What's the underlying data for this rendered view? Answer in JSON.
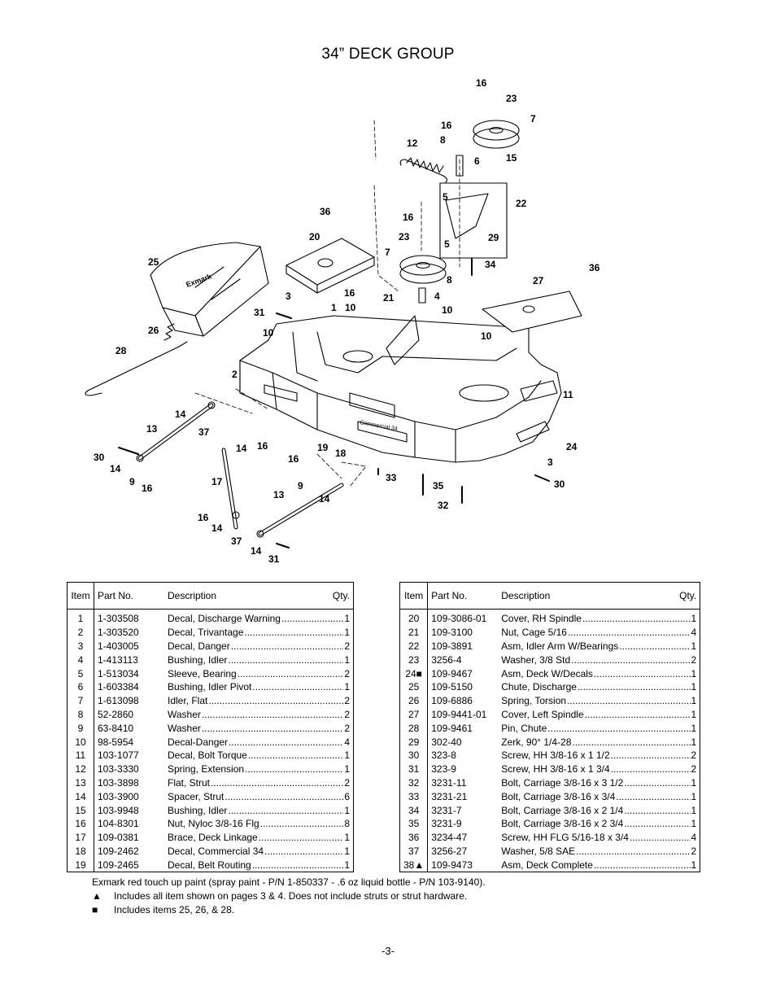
{
  "title": "34” DECK GROUP",
  "table_headers": {
    "item": "Item",
    "part": "Part No.",
    "desc": "Description",
    "qty": "Qty."
  },
  "left_rows": [
    {
      "item": "1",
      "part": "1-303508",
      "desc": "Decal, Discharge Warning",
      "qty": "1"
    },
    {
      "item": "2",
      "part": "1-303520",
      "desc": "Decal, Trivantage",
      "qty": "1"
    },
    {
      "item": "3",
      "part": "1-403005",
      "desc": "Decal, Danger",
      "qty": "2"
    },
    {
      "item": "4",
      "part": "1-413113",
      "desc": "Bushing, Idler",
      "qty": "1"
    },
    {
      "item": "5",
      "part": "1-513034",
      "desc": "Sleeve, Bearing",
      "qty": "2"
    },
    {
      "item": "6",
      "part": "1-603384",
      "desc": "Bushing, Idler Pivot",
      "qty": "1"
    },
    {
      "item": "7",
      "part": "1-613098",
      "desc": "Idler, Flat",
      "qty": "2"
    },
    {
      "item": "8",
      "part": "52-2860",
      "desc": "Washer",
      "qty": "2"
    },
    {
      "item": "9",
      "part": "63-8410",
      "desc": "Washer",
      "qty": "2"
    },
    {
      "item": "10",
      "part": "98-5954",
      "desc": "Decal-Danger",
      "qty": "4"
    },
    {
      "item": "11",
      "part": "103-1077",
      "desc": "Decal, Bolt Torque",
      "qty": "1"
    },
    {
      "item": "12",
      "part": "103-3330",
      "desc": "Spring, Extension",
      "qty": "1"
    },
    {
      "item": "13",
      "part": "103-3898",
      "desc": "Flat, Strut",
      "qty": "2"
    },
    {
      "item": "14",
      "part": "103-3900",
      "desc": "Spacer, Strut",
      "qty": "6"
    },
    {
      "item": "15",
      "part": "103-9948",
      "desc": "Bushing, Idler",
      "qty": "1"
    },
    {
      "item": "16",
      "part": "104-8301",
      "desc": "Nut, Nyloc 3/8-16 Flg",
      "qty": "8"
    },
    {
      "item": "17",
      "part": "109-0381",
      "desc": "Brace, Deck Linkage",
      "qty": "1"
    },
    {
      "item": "18",
      "part": "109-2462",
      "desc": "Decal, Commercial 34",
      "qty": "1"
    },
    {
      "item": "19",
      "part": "109-2465",
      "desc": "Decal, Belt Routing",
      "qty": "1"
    }
  ],
  "right_rows": [
    {
      "item": "20",
      "part": "109-3086-01",
      "desc": "Cover, RH Spindle",
      "qty": "1"
    },
    {
      "item": "21",
      "part": "109-3100",
      "desc": "Nut, Cage 5/16",
      "qty": "4"
    },
    {
      "item": "22",
      "part": "109-3891",
      "desc": "Asm, Idler Arm W/Bearings",
      "qty": "1"
    },
    {
      "item": "23",
      "part": "3256-4",
      "desc": "Washer, 3/8 Std",
      "qty": "2"
    },
    {
      "item": "24■",
      "part": "109-9467",
      "desc": "Asm, Deck W/Decals",
      "qty": "1"
    },
    {
      "item": "25",
      "part": "109-5150",
      "desc": "Chute, Discharge",
      "qty": "1"
    },
    {
      "item": "26",
      "part": "109-6886",
      "desc": "Spring, Torsion",
      "qty": "1"
    },
    {
      "item": "27",
      "part": "109-9441-01",
      "desc": "Cover, Left Spindle",
      "qty": "1"
    },
    {
      "item": "28",
      "part": "109-9461",
      "desc": "Pin, Chute",
      "qty": "1"
    },
    {
      "item": "29",
      "part": "302-40",
      "desc": "Zerk, 90° 1/4-28",
      "qty": "1"
    },
    {
      "item": "30",
      "part": "323-8",
      "desc": "Screw, HH 3/8-16 x 1 1/2",
      "qty": "2"
    },
    {
      "item": "31",
      "part": "323-9",
      "desc": "Screw, HH 3/8-16 x 1 3/4",
      "qty": "2"
    },
    {
      "item": "32",
      "part": "3231-11",
      "desc": "Bolt, Carriage 3/8-16 x 3 1/2",
      "qty": "1"
    },
    {
      "item": "33",
      "part": "3231-21",
      "desc": "Bolt, Carriage 3/8-16 x 3/4",
      "qty": "1"
    },
    {
      "item": "34",
      "part": "3231-7",
      "desc": "Bolt, Carriage 3/8-16 x 2 1/4",
      "qty": "1"
    },
    {
      "item": "35",
      "part": "3231-9",
      "desc": "Bolt, Carriage 3/8-16 x 2 3/4",
      "qty": "1"
    },
    {
      "item": "36",
      "part": "3234-47",
      "desc": "Screw, HH FLG 5/16-18 x 3/4",
      "qty": "4"
    },
    {
      "item": "37",
      "part": "3256-27",
      "desc": "Washer, 5/8 SAE",
      "qty": "2"
    },
    {
      "item": "38▲",
      "part": "109-9473",
      "desc": "Asm, Deck Complete",
      "qty": "1"
    }
  ],
  "notes": {
    "paint": "Exmark red touch up paint (spray paint - P/N 1-850337 - .6 oz liquid bottle - P/N 103-9140).",
    "triangle_symbol": "▲",
    "triangle_note": "Includes all item shown on pages 3 & 4.  Does not include struts or strut hardware.",
    "square_symbol": "■",
    "square_note": "Includes items 25, 26, & 28."
  },
  "page_number": "-3-",
  "diagram": {
    "callouts": [
      "16",
      "23",
      "7",
      "16",
      "8",
      "12",
      "6",
      "15",
      "5",
      "22",
      "36",
      "16",
      "23",
      "29",
      "20",
      "5",
      "7",
      "34",
      "36",
      "8",
      "25",
      "27",
      "3",
      "16",
      "21",
      "4",
      "1",
      "10",
      "31",
      "10",
      "26",
      "10",
      "10",
      "28",
      "2",
      "11",
      "14",
      "13",
      "37",
      "14",
      "16",
      "19",
      "18",
      "30",
      "16",
      "24",
      "14",
      "9",
      "16",
      "33",
      "3",
      "17",
      "9",
      "35",
      "30",
      "13",
      "14",
      "32",
      "16",
      "14",
      "37",
      "14",
      "31"
    ],
    "decal_text": [
      "Exmark",
      "Commercial 34"
    ]
  }
}
